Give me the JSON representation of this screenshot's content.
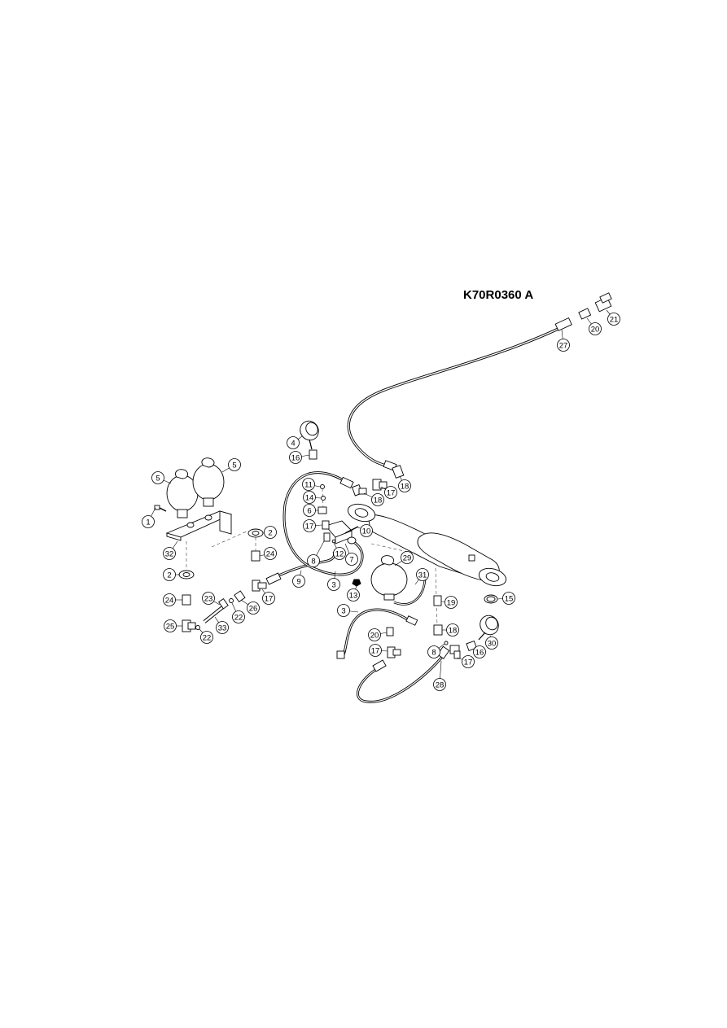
{
  "drawing_ref": "K70R0360    A",
  "callouts": [
    {
      "id": "c1",
      "label": "1"
    },
    {
      "id": "c2a",
      "label": "2"
    },
    {
      "id": "c2b",
      "label": "2"
    },
    {
      "id": "c3a",
      "label": "3"
    },
    {
      "id": "c3b",
      "label": "3"
    },
    {
      "id": "c4",
      "label": "4"
    },
    {
      "id": "c5a",
      "label": "5"
    },
    {
      "id": "c5b",
      "label": "5"
    },
    {
      "id": "c6",
      "label": "6"
    },
    {
      "id": "c7",
      "label": "7"
    },
    {
      "id": "c8a",
      "label": "8"
    },
    {
      "id": "c8b",
      "label": "8"
    },
    {
      "id": "c9",
      "label": "9"
    },
    {
      "id": "c10",
      "label": "10"
    },
    {
      "id": "c11",
      "label": "11"
    },
    {
      "id": "c12",
      "label": "12"
    },
    {
      "id": "c13",
      "label": "13"
    },
    {
      "id": "c14",
      "label": "14"
    },
    {
      "id": "c15",
      "label": "15"
    },
    {
      "id": "c16a",
      "label": "16"
    },
    {
      "id": "c16b",
      "label": "16"
    },
    {
      "id": "c17a",
      "label": "17"
    },
    {
      "id": "c17b",
      "label": "17"
    },
    {
      "id": "c17c",
      "label": "17"
    },
    {
      "id": "c17d",
      "label": "17"
    },
    {
      "id": "c17e",
      "label": "17"
    },
    {
      "id": "c18a",
      "label": "18"
    },
    {
      "id": "c18b",
      "label": "18"
    },
    {
      "id": "c18c",
      "label": "18"
    },
    {
      "id": "c19",
      "label": "19"
    },
    {
      "id": "c20a",
      "label": "20"
    },
    {
      "id": "c20b",
      "label": "20"
    },
    {
      "id": "c21",
      "label": "21"
    },
    {
      "id": "c22a",
      "label": "22"
    },
    {
      "id": "c22b",
      "label": "22"
    },
    {
      "id": "c23",
      "label": "23"
    },
    {
      "id": "c24a",
      "label": "24"
    },
    {
      "id": "c24b",
      "label": "24"
    },
    {
      "id": "c25",
      "label": "25"
    },
    {
      "id": "c26",
      "label": "26"
    },
    {
      "id": "c27",
      "label": "27"
    },
    {
      "id": "c28",
      "label": "28"
    },
    {
      "id": "c29",
      "label": "29"
    },
    {
      "id": "c30",
      "label": "30"
    },
    {
      "id": "c31",
      "label": "31"
    },
    {
      "id": "c32",
      "label": "32"
    },
    {
      "id": "c33",
      "label": "33"
    }
  ]
}
